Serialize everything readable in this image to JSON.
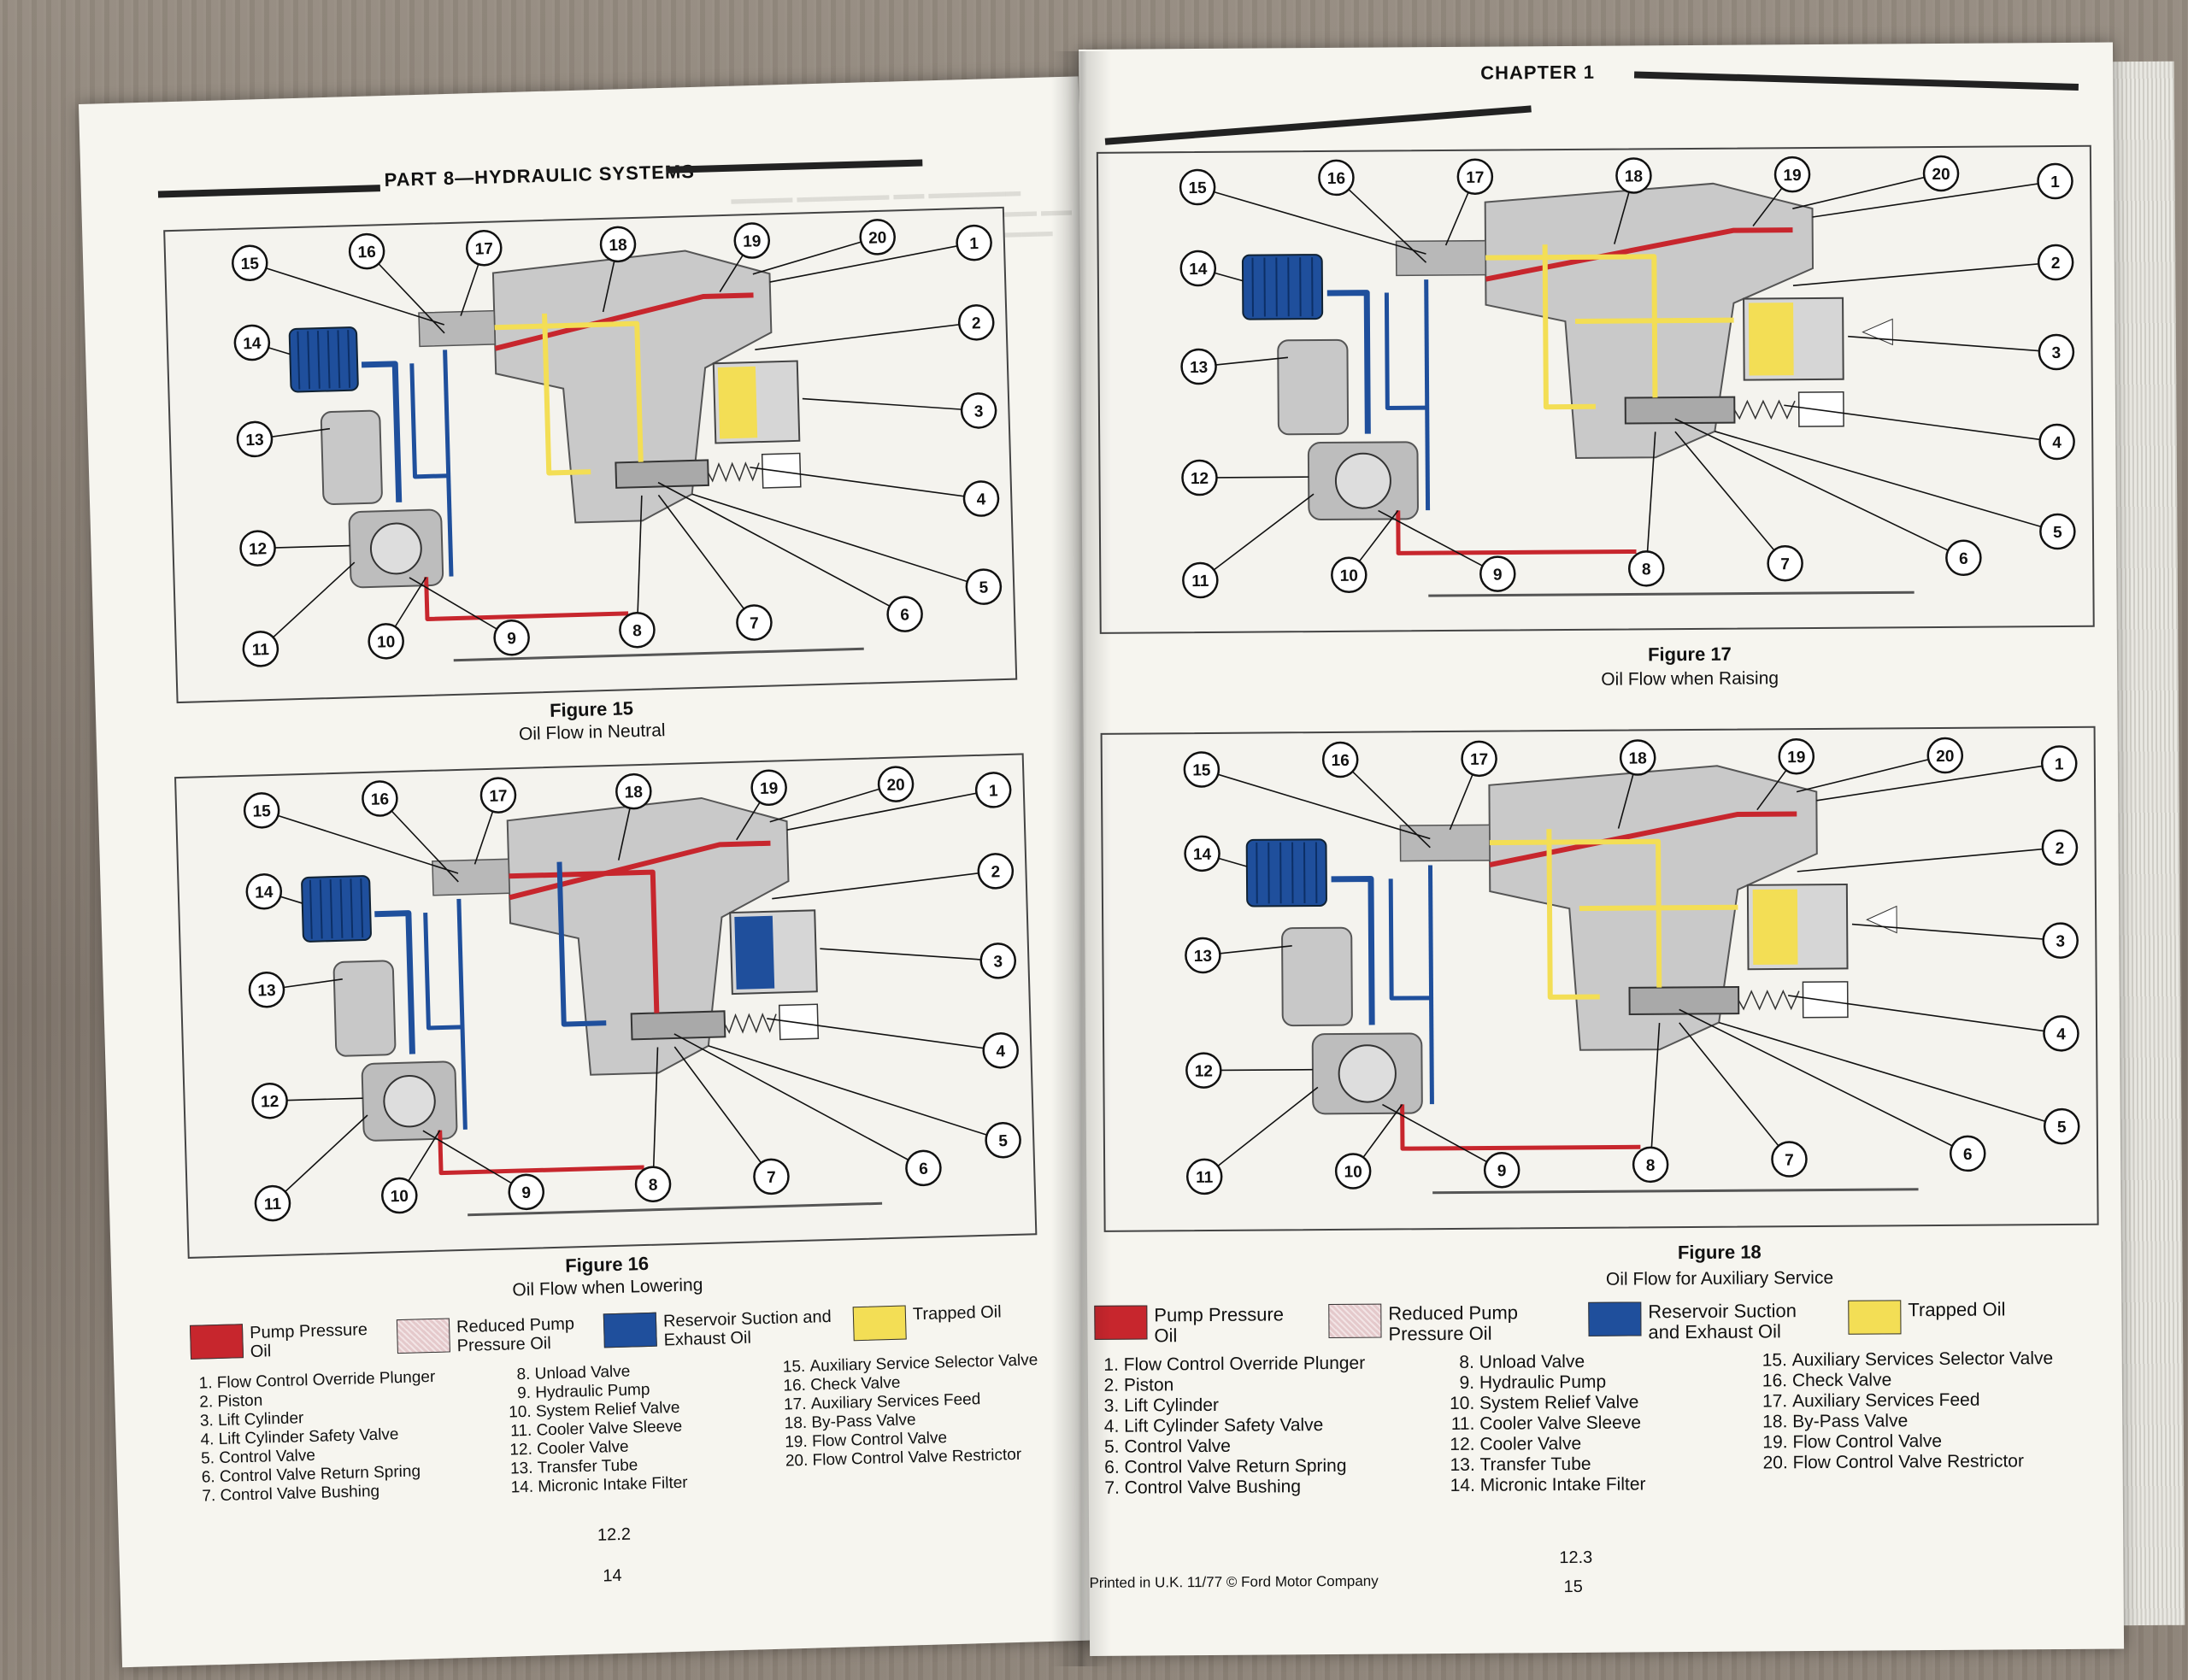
{
  "left_page": {
    "header": "PART 8—HYDRAULIC SYSTEMS",
    "figure_15": {
      "title": "Figure 15",
      "caption": "Oil Flow in Neutral"
    },
    "figure_16": {
      "title": "Figure 16",
      "caption": "Oil Flow when Lowering"
    },
    "legend": [
      {
        "label": "Pump Pressure Oil",
        "color": "#c7262d"
      },
      {
        "label": "Reduced Pump Pressure Oil",
        "color": "#e4c9cb"
      },
      {
        "label": "Reservoir Suction and Exhaust Oil",
        "color": "#1f4f9c"
      },
      {
        "label": "Trapped Oil",
        "color": "#f3de55"
      }
    ],
    "parts_col1": [
      "Flow Control Override Plunger",
      "Piston",
      "Lift Cylinder",
      "Lift Cylinder Safety Valve",
      "Control Valve",
      "Control Valve Return Spring",
      "Control Valve Bushing"
    ],
    "parts_col2": [
      "Unload Valve",
      "Hydraulic Pump",
      "System Relief Valve",
      "Cooler Valve Sleeve",
      "Cooler Valve",
      "Transfer Tube",
      "Micronic Intake Filter"
    ],
    "parts_col3": [
      "Auxiliary Service Selector Valve",
      "Check Valve",
      "Auxiliary Services Feed",
      "By-Pass Valve",
      "Flow Control Valve",
      "Flow Control Valve Restrictor"
    ],
    "section_number": "12.2",
    "page_number": "14"
  },
  "right_page": {
    "header": "CHAPTER 1",
    "figure_17": {
      "title": "Figure 17",
      "caption": "Oil Flow when Raising"
    },
    "figure_18": {
      "title": "Figure 18",
      "caption": "Oil Flow for Auxiliary Service"
    },
    "legend": [
      {
        "label": "Pump Pressure Oil",
        "color": "#c7262d"
      },
      {
        "label": "Reduced Pump Pressure Oil",
        "color": "#e4c9cb"
      },
      {
        "label": "Reservoir Suction and Exhaust Oil",
        "color": "#1f4f9c"
      },
      {
        "label": "Trapped Oil",
        "color": "#f3de55"
      }
    ],
    "parts_col1": [
      "Flow Control Override Plunger",
      "Piston",
      "Lift Cylinder",
      "Lift Cylinder Safety Valve",
      "Control Valve",
      "Control Valve Return Spring",
      "Control Valve Bushing"
    ],
    "parts_col2": [
      "Unload Valve",
      "Hydraulic Pump",
      "System Relief Valve",
      "Cooler Valve Sleeve",
      "Cooler Valve",
      "Transfer Tube",
      "Micronic Intake Filter"
    ],
    "parts_col3": [
      "Auxiliary Services Selector Valve",
      "Check Valve",
      "Auxiliary Services Feed",
      "By-Pass Valve",
      "Flow Control Valve",
      "Flow Control Valve Restrictor"
    ],
    "printed_note": "Printed in U.K. 11/77 © Ford Motor Company",
    "section_number": "12.3",
    "page_number": "15"
  },
  "callout_numbers": [
    "1",
    "2",
    "3",
    "4",
    "5",
    "6",
    "7",
    "8",
    "9",
    "10",
    "11",
    "12",
    "13",
    "14",
    "15",
    "16",
    "17",
    "18",
    "19",
    "20"
  ]
}
